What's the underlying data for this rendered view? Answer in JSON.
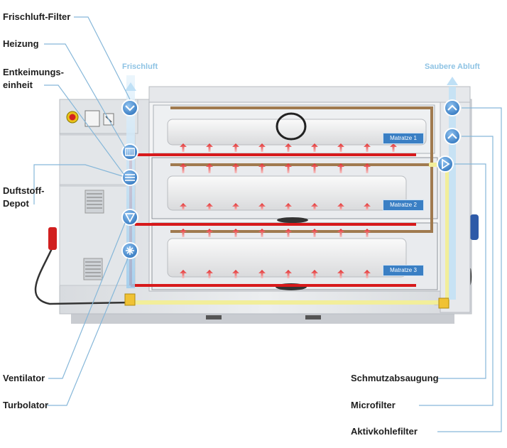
{
  "labels_left": {
    "frischluft_filter": "Frischluft-Filter",
    "heizung": "Heizung",
    "entkeimung_line1": "Entkeimungs-",
    "entkeimung_line2": "einheit",
    "duftstoff_line1": "Duftstoff-",
    "duftstoff_line2": "Depot",
    "ventilator": "Ventilator",
    "turbolator": "Turbolator"
  },
  "labels_right": {
    "schmutzabsaugung": "Schmutzabsaugung",
    "microfilter": "Microfilter",
    "aktivkohlefilter": "Aktivkohlefilter"
  },
  "flows": {
    "intake": "Frischluft",
    "exhaust": "Saubere Abluft"
  },
  "mattresses": [
    "Matratze 1",
    "Matratze 2",
    "Matratze 3"
  ],
  "colors": {
    "label_text": "#1e1e1e",
    "leader_line": "#86b7d9",
    "fresh_air": "#9dcdee",
    "heat_duct": "#d7191b",
    "return_duct": "#a07a4f",
    "clean_duct": "#f2ee9a",
    "node_blue": "#3f86cc",
    "badge_blue": "#3a7fc4",
    "machine_body": "#e4e6e9"
  },
  "icons": [
    "chevron-down-icon",
    "heater-icon",
    "uv-sterilizer-icon",
    "fan-icon",
    "turbolator-icon",
    "chevron-up-icon",
    "chevron-up-icon",
    "play-right-icon"
  ]
}
